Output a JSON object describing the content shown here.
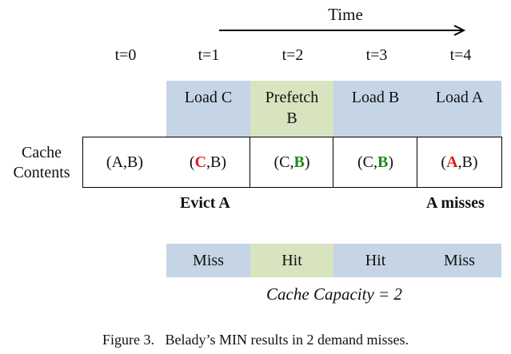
{
  "time_label": "Time",
  "time_steps": [
    "t=0",
    "t=1",
    "t=2",
    "t=3",
    "t=4"
  ],
  "operations": [
    {
      "label": "Load C",
      "color": "#c5d5e6"
    },
    {
      "label": "Prefetch\nB",
      "color": "#d8e4bf"
    },
    {
      "label": "Load B",
      "color": "#c5d5e6"
    },
    {
      "label": "Load A",
      "color": "#c5d5e6"
    }
  ],
  "cache_label": "Cache\nContents",
  "cache_states": [
    {
      "open": "(",
      "first": "A",
      "sep": ",",
      "second": "B",
      "close": ")"
    },
    {
      "open": "(",
      "first": "C",
      "sep": ", ",
      "second": "B",
      "close": ")"
    },
    {
      "open": "(",
      "first": "C",
      "sep": ", ",
      "second": "B",
      "close": ")"
    },
    {
      "open": "(",
      "first": "C",
      "sep": ", ",
      "second": "B",
      "close": ")"
    },
    {
      "open": "(",
      "first": "A",
      "sep": ", ",
      "second": "B",
      "close": ")"
    }
  ],
  "notes": {
    "evict": "Evict A",
    "miss": "A misses"
  },
  "results": [
    "Miss",
    "Hit",
    "Hit",
    "Miss"
  ],
  "capacity": "Cache Capacity = 2",
  "caption": "Figure 3.   Belady’s MIN results in 2 demand misses.",
  "colors": {
    "load": "#c5d5e6",
    "prefetch": "#d8e4bf",
    "highlight_red": "#e21b1b",
    "highlight_green": "#1c8c1c"
  }
}
